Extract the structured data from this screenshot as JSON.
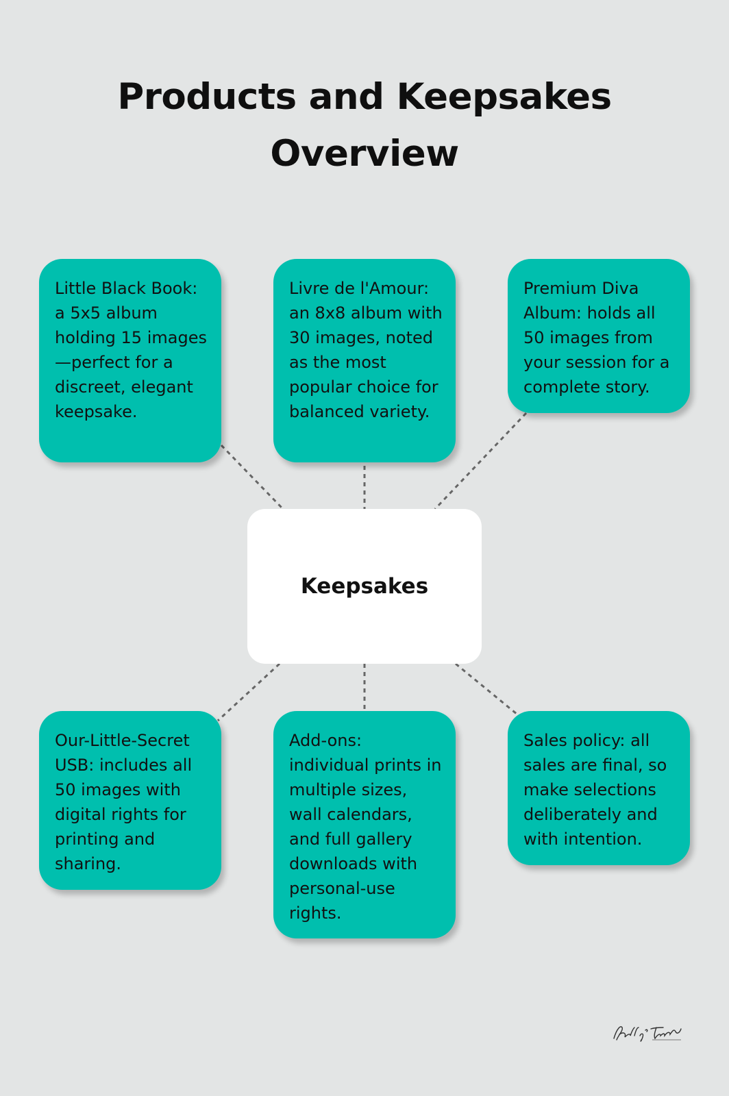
{
  "title": "Products and Keepsakes Overview",
  "center": "Keepsakes",
  "nodes": [
    "Little Black Book: a 5x5 album holding 15 images—perfect for a discreet, elegant keepsake.",
    "Livre de l'Amour: an 8x8 album with 30 images, noted as the most popular choice for balanced variety.",
    "Premium Diva Album: holds all 50 images from your session for a complete story.",
    "Our-Little-Secret USB: includes all 50 images with digital rights for printing and sharing.",
    "Add-ons: individual prints in multiple sizes, wall calendars, and full gallery downloads with personal-use rights.",
    "Sales policy: all sales are final, so make selections deliberately and with intention."
  ],
  "signature": "Kelly Tarecki Photography",
  "colors": {
    "background": "#e3e5e5",
    "node": "#00bfae",
    "center": "#ffffff",
    "connector": "#666666"
  }
}
